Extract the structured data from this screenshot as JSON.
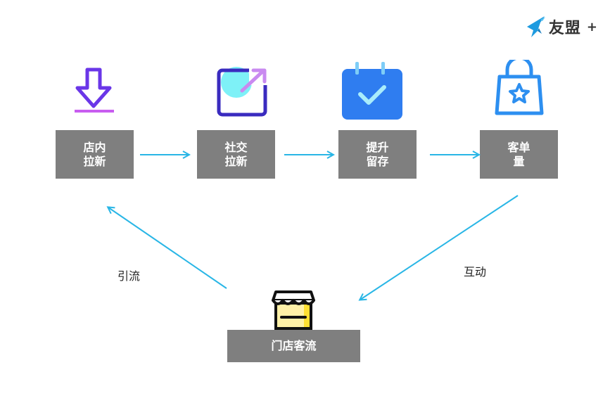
{
  "brand": {
    "name": "友盟",
    "suffix": "+"
  },
  "nodes": [
    {
      "id": "store_acquire",
      "line1": "店内",
      "line2": "拉新",
      "icon": "download-icon"
    },
    {
      "id": "social_acquire",
      "line1": "社交",
      "line2": "拉新",
      "icon": "share-external-icon"
    },
    {
      "id": "retention",
      "line1": "提升",
      "line2": "留存",
      "icon": "calendar-check-icon"
    },
    {
      "id": "order_value",
      "line1": "客单",
      "line2": "量",
      "icon": "shopping-bag-star-icon"
    }
  ],
  "bottom_node": {
    "label": "门店客流",
    "icon": "storefront-icon"
  },
  "edges": {
    "to_store_label": "引流",
    "to_bottom_label": "互动"
  },
  "colors": {
    "box": "#7f7f7f",
    "arrow": "#29b6e6",
    "purple": "#6a36e8",
    "pink": "#c85df0",
    "blue": "#2f7df0",
    "light_blue": "#2d8ff0",
    "yellow": "#fff1a8"
  }
}
